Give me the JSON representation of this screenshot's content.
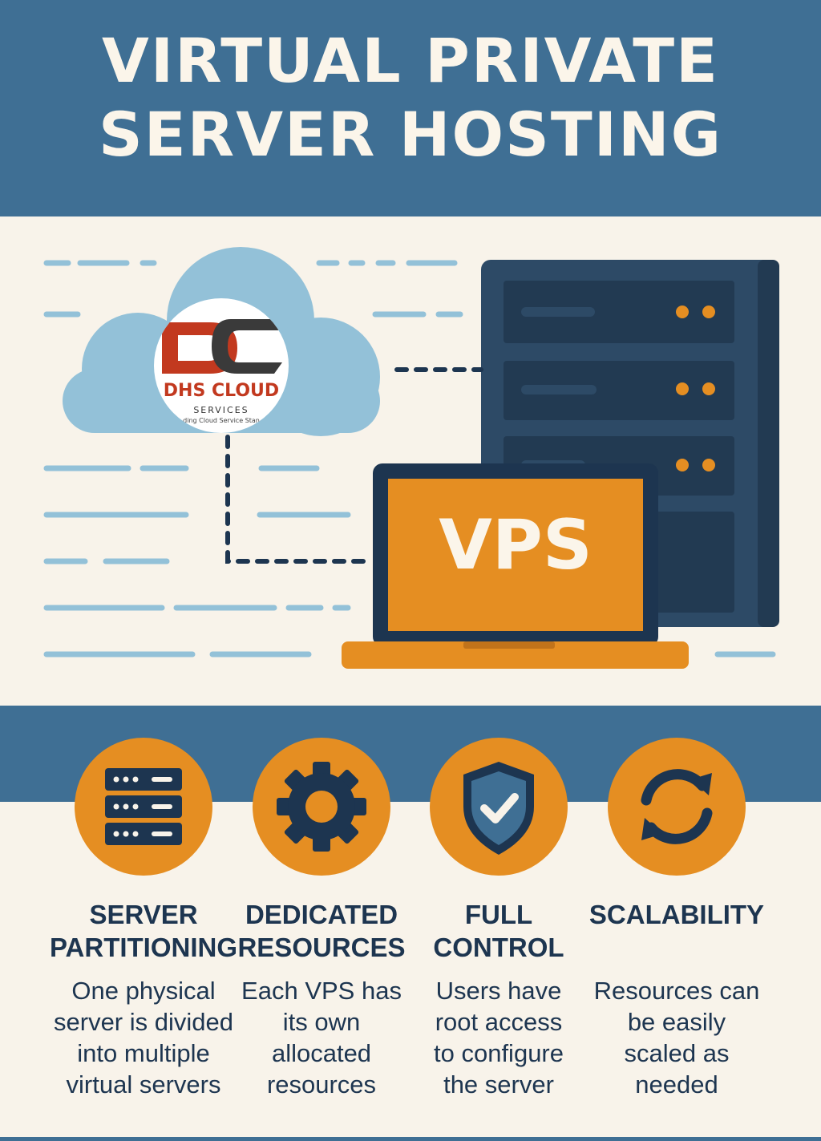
{
  "title": {
    "line1": "VIRTUAL PRIVATE",
    "line2": "SERVER HOSTING"
  },
  "logo": {
    "initials": "DC",
    "name": "DHS CLOUD",
    "sub": "SERVICES",
    "tagline": "ding Cloud Service Stan"
  },
  "laptop": {
    "screen_text": "VPS"
  },
  "colors": {
    "banner": "#3f6f94",
    "background": "#f8f3ea",
    "accent_orange": "#e58e22",
    "navy": "#1d3550",
    "server_body": "#2d4a66",
    "cloud": "#93c1d8"
  },
  "features": [
    {
      "icon": "server-rack-icon",
      "title_lines": [
        "SERVER",
        "PARTITIONING"
      ],
      "text_lines": [
        "One physical",
        "server is divided",
        "into multiple",
        "virtual servers"
      ]
    },
    {
      "icon": "gear-icon",
      "title_lines": [
        "DEDICATED",
        "RESOURCES"
      ],
      "text_lines": [
        "Each VPS has",
        "its own",
        "allocated",
        "resources"
      ]
    },
    {
      "icon": "shield-check-icon",
      "title_lines": [
        "FULL",
        "CONTROL"
      ],
      "text_lines": [
        "Users have",
        "root access",
        "to configure",
        "the server"
      ]
    },
    {
      "icon": "refresh-arrows-icon",
      "title_lines": [
        "SCALABILITY"
      ],
      "text_lines": [
        "Resources can",
        "be easily",
        "scaled as",
        "needed"
      ]
    }
  ]
}
